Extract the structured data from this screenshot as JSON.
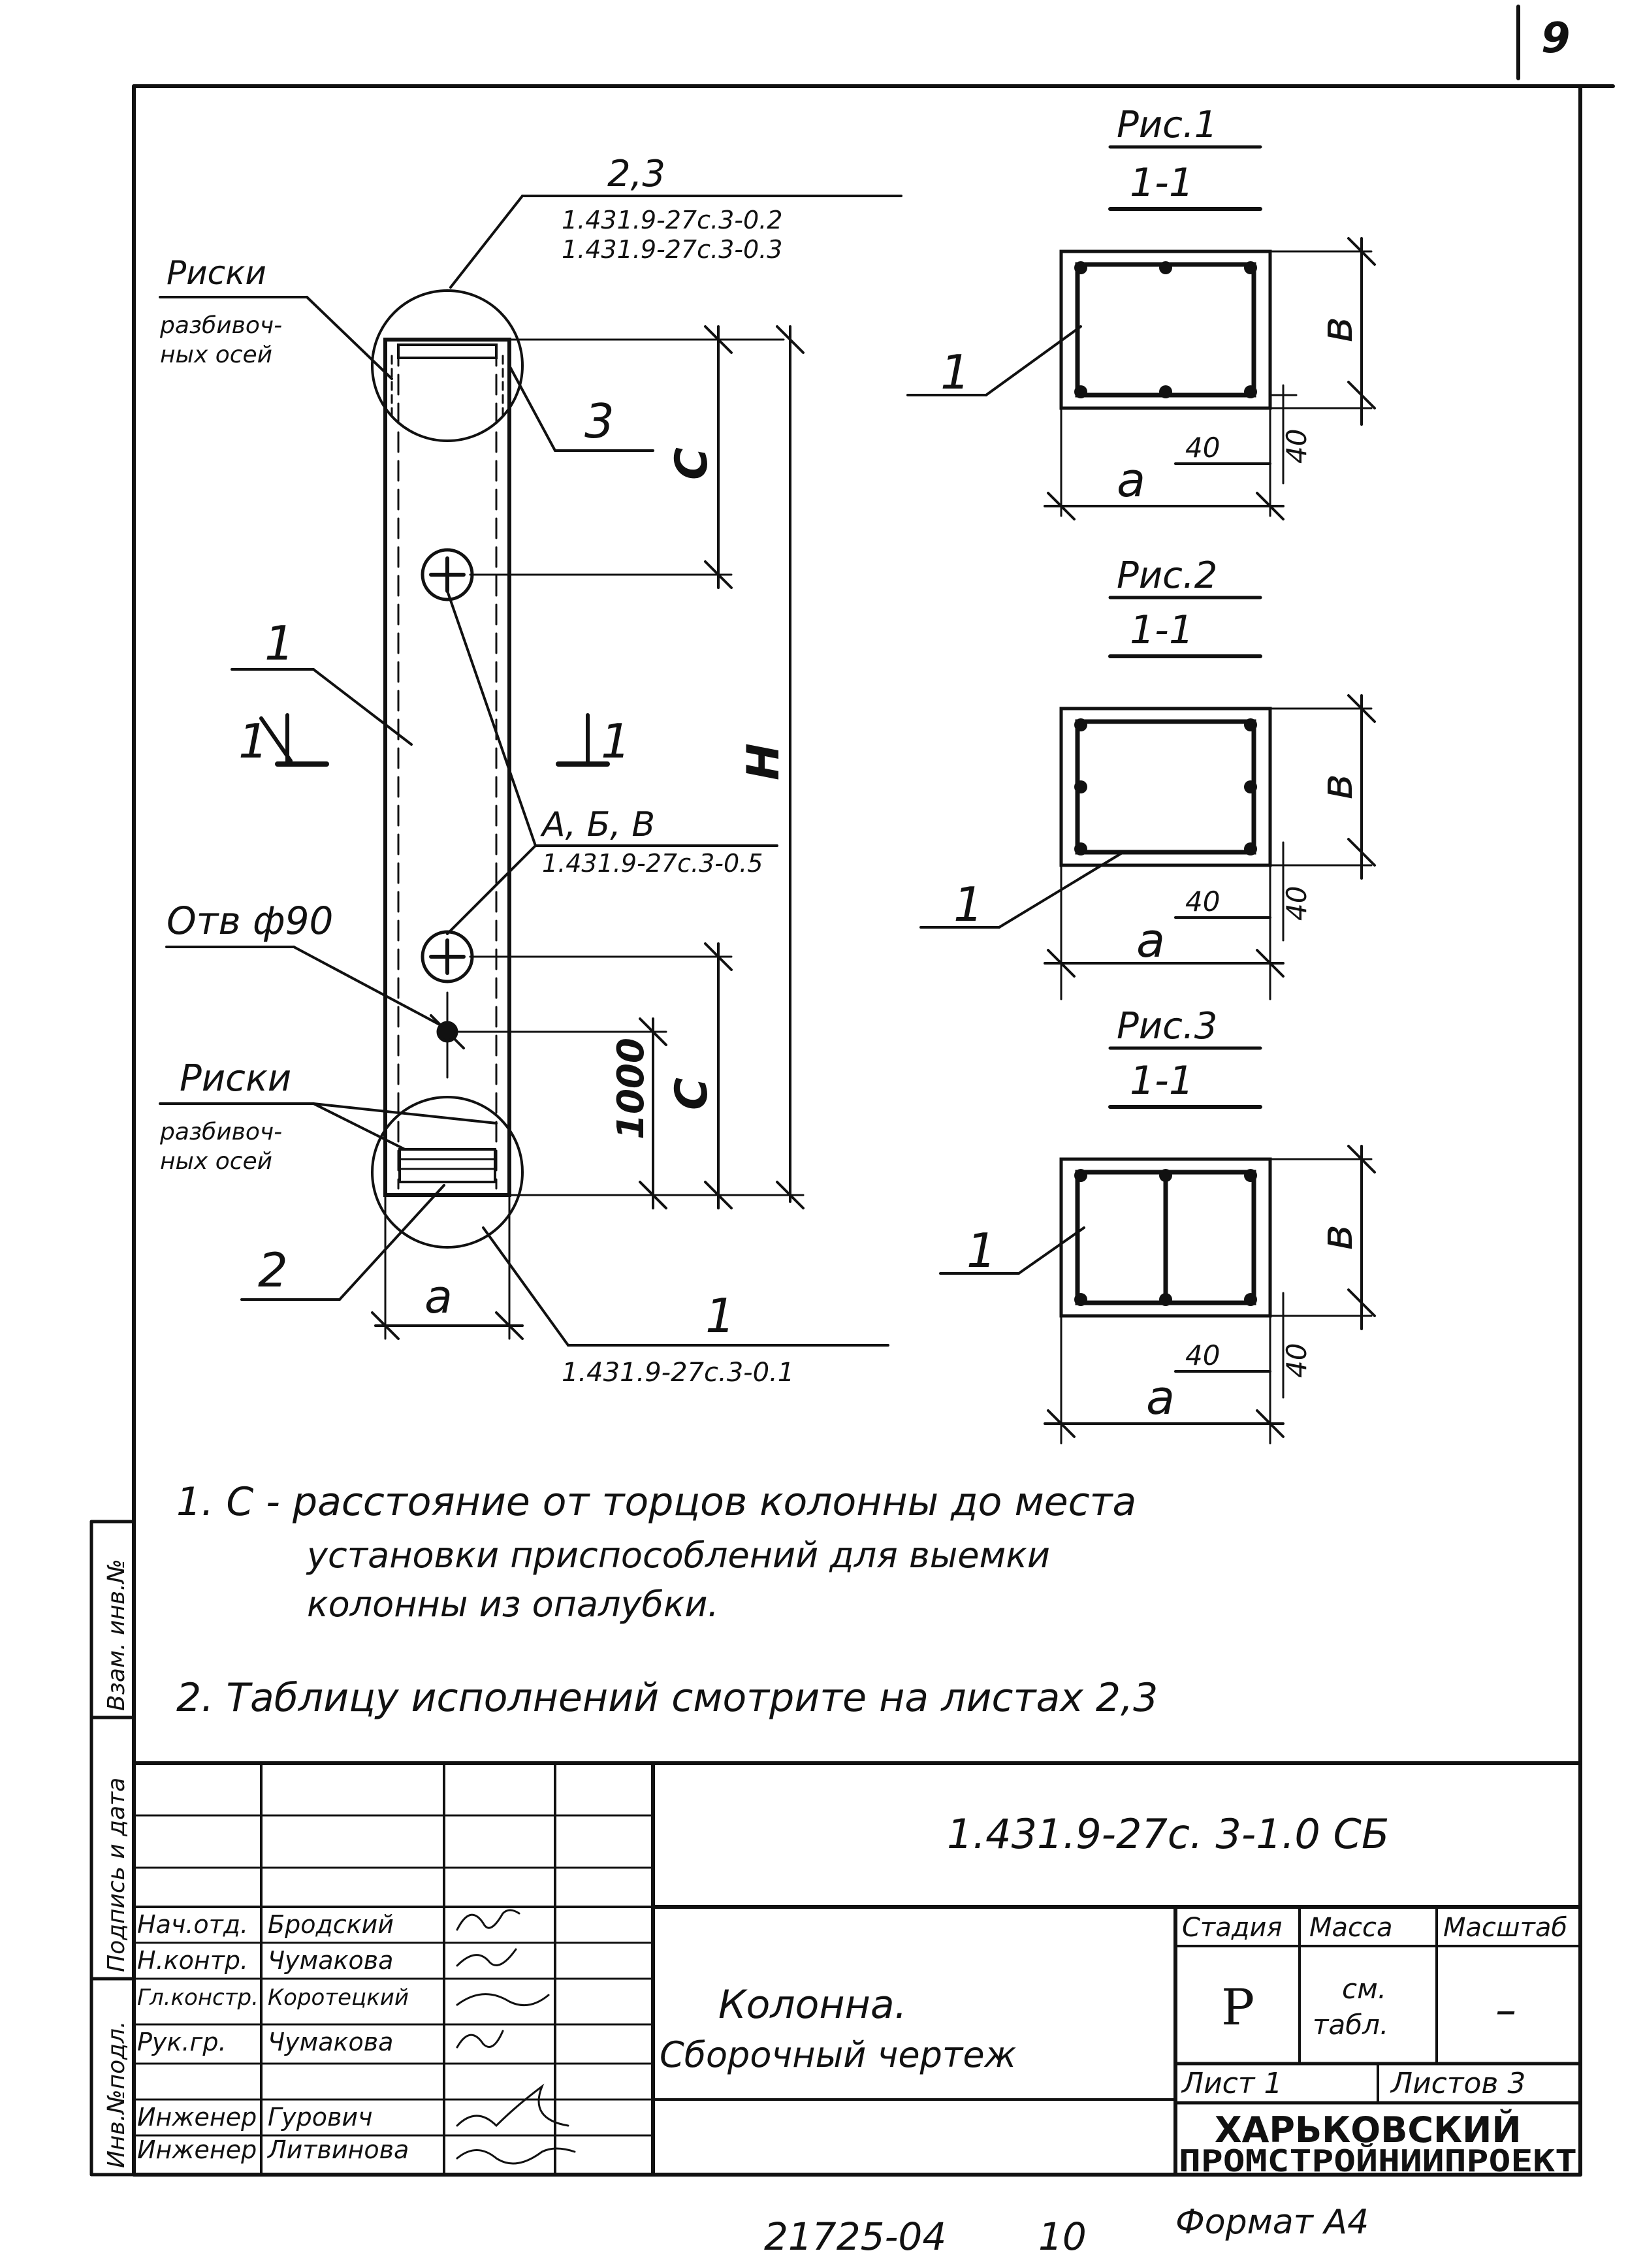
{
  "page_number": "9",
  "drawing": {
    "column_label": {
      "top_marks": "2,3",
      "top_ref1": "1.431.9-27с.3-0.2",
      "top_ref2": "1.431.9-27с.3-0.3",
      "risk_top_1": "Риски",
      "risk_top_2": "разбивоч-",
      "risk_top_3": "ных осей",
      "mark3": "3",
      "mark1": "1",
      "section_left": "1",
      "section_right": "1",
      "dim_c_top": "C",
      "dim_h": "H",
      "abv": "А, Б, В",
      "abv_ref": "1.431.9-27с.3-0.5",
      "hole": "Отв ф90",
      "dim_1000": "1000",
      "dim_c_bottom": "C",
      "risk_bot_1": "Риски",
      "risk_bot_2": "разбивоч-",
      "risk_bot_3": "ных осей",
      "mark2": "2",
      "dim_a": "a",
      "bottom_mark": "1",
      "bottom_ref": "1.431.9-27с.3-0.1"
    },
    "sections": [
      {
        "fig": "Рис.1",
        "cut": "1-1",
        "mark": "1",
        "dim_b": "в",
        "dim_a": "a",
        "d40a": "40",
        "d40b": "40"
      },
      {
        "fig": "Рис.2",
        "cut": "1-1",
        "mark": "1",
        "dim_b": "в",
        "dim_a": "a",
        "d40a": "40",
        "d40b": "40"
      },
      {
        "fig": "Рис.3",
        "cut": "1-1",
        "mark": "1",
        "dim_b": "в",
        "dim_a": "a",
        "d40a": "40",
        "d40b": "40"
      }
    ]
  },
  "notes": {
    "n1_l1": "1. С - расстояние от торцов колонны до места",
    "n1_l2": "установки приспособлений для выемки",
    "n1_l3": "колонны из опалубки.",
    "n2": "2. Таблицу исполнений смотрите на листах 2,3"
  },
  "side_stamp": {
    "inv_podl": "Инв.№подл.",
    "podpis": "Подпись и дата",
    "vzam": "Взам. инв.№"
  },
  "title_block": {
    "doc_code": "1.431.9-27с. 3-1.0 СБ",
    "staff": [
      {
        "role": "Нач.отд.",
        "name": "Бродский"
      },
      {
        "role": "Н.контр.",
        "name": "Чумакова"
      },
      {
        "role": "Гл.констр.",
        "name": "Коротецкий"
      },
      {
        "role": "Рук.гр.",
        "name": "Чумакова"
      },
      {
        "role": "",
        "name": ""
      },
      {
        "role": "Инженер",
        "name": "Гурович"
      },
      {
        "role": "Инженер",
        "name": "Литвинова"
      }
    ],
    "title_l1": "Колонна.",
    "title_l2": "Сборочный чертеж",
    "stage_h": "Стадия",
    "mass_h": "Масса",
    "scale_h": "Масштаб",
    "stage_v": "Р",
    "mass_v1": "см.",
    "mass_v2": "табл.",
    "scale_v": "–",
    "sheet": "Лист 1",
    "sheets": "Листов 3",
    "org1": "ХАРЬКОВСКИЙ",
    "org2": "ПРОМСТРОЙНИИПРОЕКТ"
  },
  "footer": {
    "code": "21725-04",
    "num": "10",
    "format": "Формат А4"
  }
}
